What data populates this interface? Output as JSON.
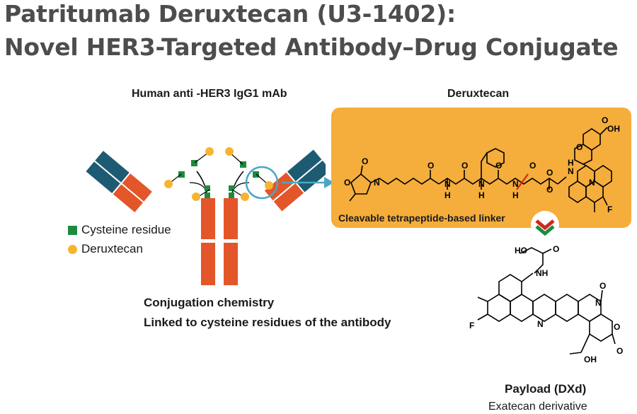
{
  "title": {
    "line1": "Patritumab Deruxtecan (U3-1402):",
    "line2": "Novel HER3-Targeted Antibody–Drug Conjugate"
  },
  "antibody": {
    "label": "Human anti -HER3 IgG1 mAb"
  },
  "legend": {
    "cysteine": "Cysteine residue",
    "deruxtecan": "Deruxtecan"
  },
  "conjugation": {
    "line1": "Conjugation chemistry",
    "line2": "Linked to cysteine residues of the antibody"
  },
  "deruxtecan": {
    "heading": "Deruxtecan",
    "linker_label": "Cleavable tetrapeptide-based linker",
    "atoms": {
      "O": "O",
      "N": "N",
      "H": "H",
      "OH": "OH",
      "F": "F",
      "HO": "HO",
      "NH": "NH"
    }
  },
  "payload": {
    "label": "Payload (DXd)",
    "subtitle": "Exatecan derivative"
  },
  "colors": {
    "teal": "#1d5b72",
    "red": "#e3562a",
    "green": "#1e8a3e",
    "gold": "#f7b431",
    "box": "#f5ad3b",
    "ring": "#4aa6c7"
  }
}
